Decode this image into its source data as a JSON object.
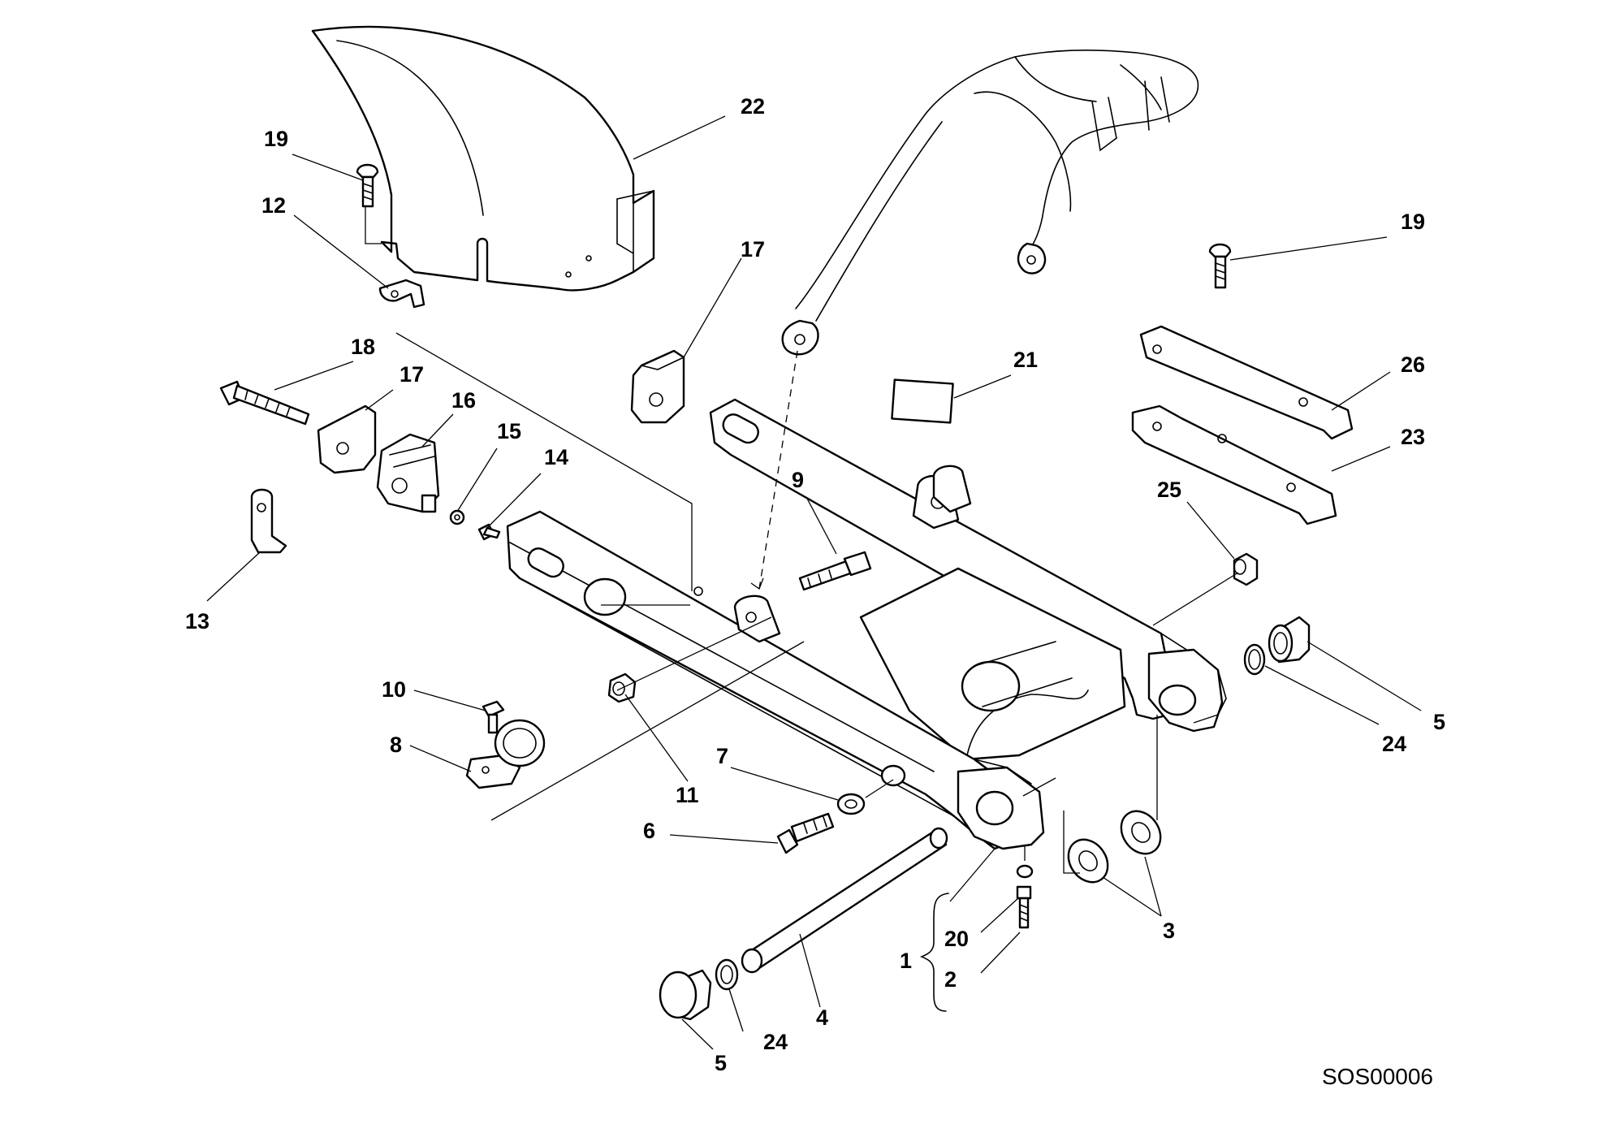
{
  "diagram": {
    "code": "SOS00006",
    "callouts": {
      "c1": "1",
      "c2": "2",
      "c3": "3",
      "c4": "4",
      "c5a": "5",
      "c5b": "5",
      "c6": "6",
      "c7": "7",
      "c8": "8",
      "c9": "9",
      "c10": "10",
      "c11": "11",
      "c12": "12",
      "c13": "13",
      "c14": "14",
      "c15": "15",
      "c16": "16",
      "c17a": "17",
      "c17b": "17",
      "c18": "18",
      "c19a": "19",
      "c19b": "19",
      "c20": "20",
      "c21": "21",
      "c22": "22",
      "c23": "23",
      "c24a": "24",
      "c24b": "24",
      "c25": "25",
      "c26": "26"
    }
  }
}
